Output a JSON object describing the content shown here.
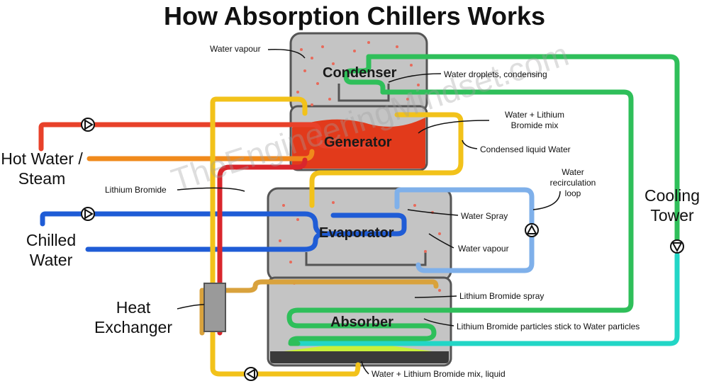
{
  "title": "How Absorption Chillers Works",
  "watermark": "TheEngineeringMindset.com",
  "vessels": {
    "condenser": "Condenser",
    "generator": "Generator",
    "evaporator": "Evaporator",
    "absorber": "Absorber"
  },
  "side_labels": {
    "hot_water": "Hot Water / Steam",
    "chilled_water": "Chilled Water",
    "heat_exchanger": "Heat Exchanger",
    "cooling_tower": "Cooling Tower"
  },
  "annotations": {
    "water_vapour_top": "Water vapour",
    "water_droplets": "Water droplets, condensing",
    "water_libr_mix": "Water + Lithium Bromide mix",
    "condensed_liquid": "Condensed liquid Water",
    "lithium_bromide": "Lithium Bromide",
    "recirculation_loop": "Water recirculation loop",
    "water_spray": "Water Spray",
    "water_vapour_evap": "Water vapour",
    "libr_spray": "Lithium Bromide spray",
    "particles_stick": "Lithium Bromide particles stick to Water particles",
    "mix_liquid": "Water + Lithium Bromide mix, liquid"
  },
  "colors": {
    "hot": "#e8412a",
    "orange": "#f08a1c",
    "yellow": "#f2c21a",
    "blue": "#1f5cd6",
    "light_blue": "#7fb0ea",
    "green": "#2fbf5a",
    "cyan": "#22d6c6",
    "tan": "#d9a23c",
    "red_line": "#d9262c",
    "vessel_fill": "#bdbdbd",
    "generator_fill": "#e23a1b",
    "absorber_fill": "#3a3a3a",
    "liquid_fill": "#c8f03a"
  }
}
